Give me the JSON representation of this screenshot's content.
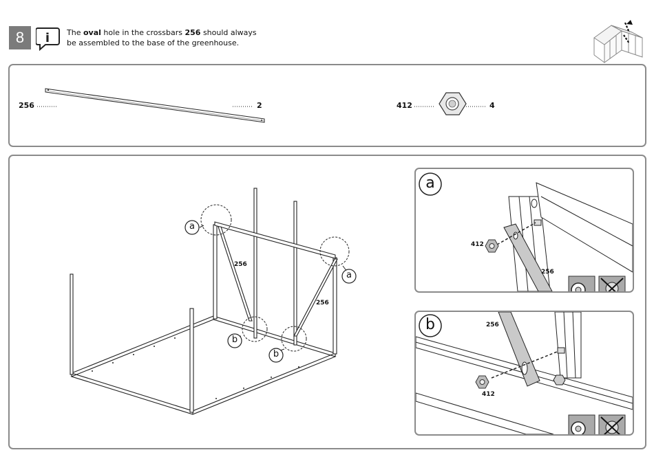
{
  "header": {
    "step_number": "8",
    "note_line1_pre": "The ",
    "note_line1_bold1": "oval",
    "note_line1_mid": " hole in the crossbars ",
    "note_line1_bold2": "256",
    "note_line1_post": " should always",
    "note_line2": "be assembled to the base of the greenhouse."
  },
  "parts": {
    "bar_code": "256",
    "bar_qty": "2",
    "nut_code": "412",
    "nut_qty": "4"
  },
  "main": {
    "label_256_left": "256",
    "label_256_right": "256",
    "callout_a": "a",
    "callout_b": "b"
  },
  "detail_a": {
    "title": "a",
    "nut_label": "412",
    "bar_label": "256"
  },
  "detail_b": {
    "title": "b",
    "bar_label": "256",
    "nut_label": "412"
  }
}
